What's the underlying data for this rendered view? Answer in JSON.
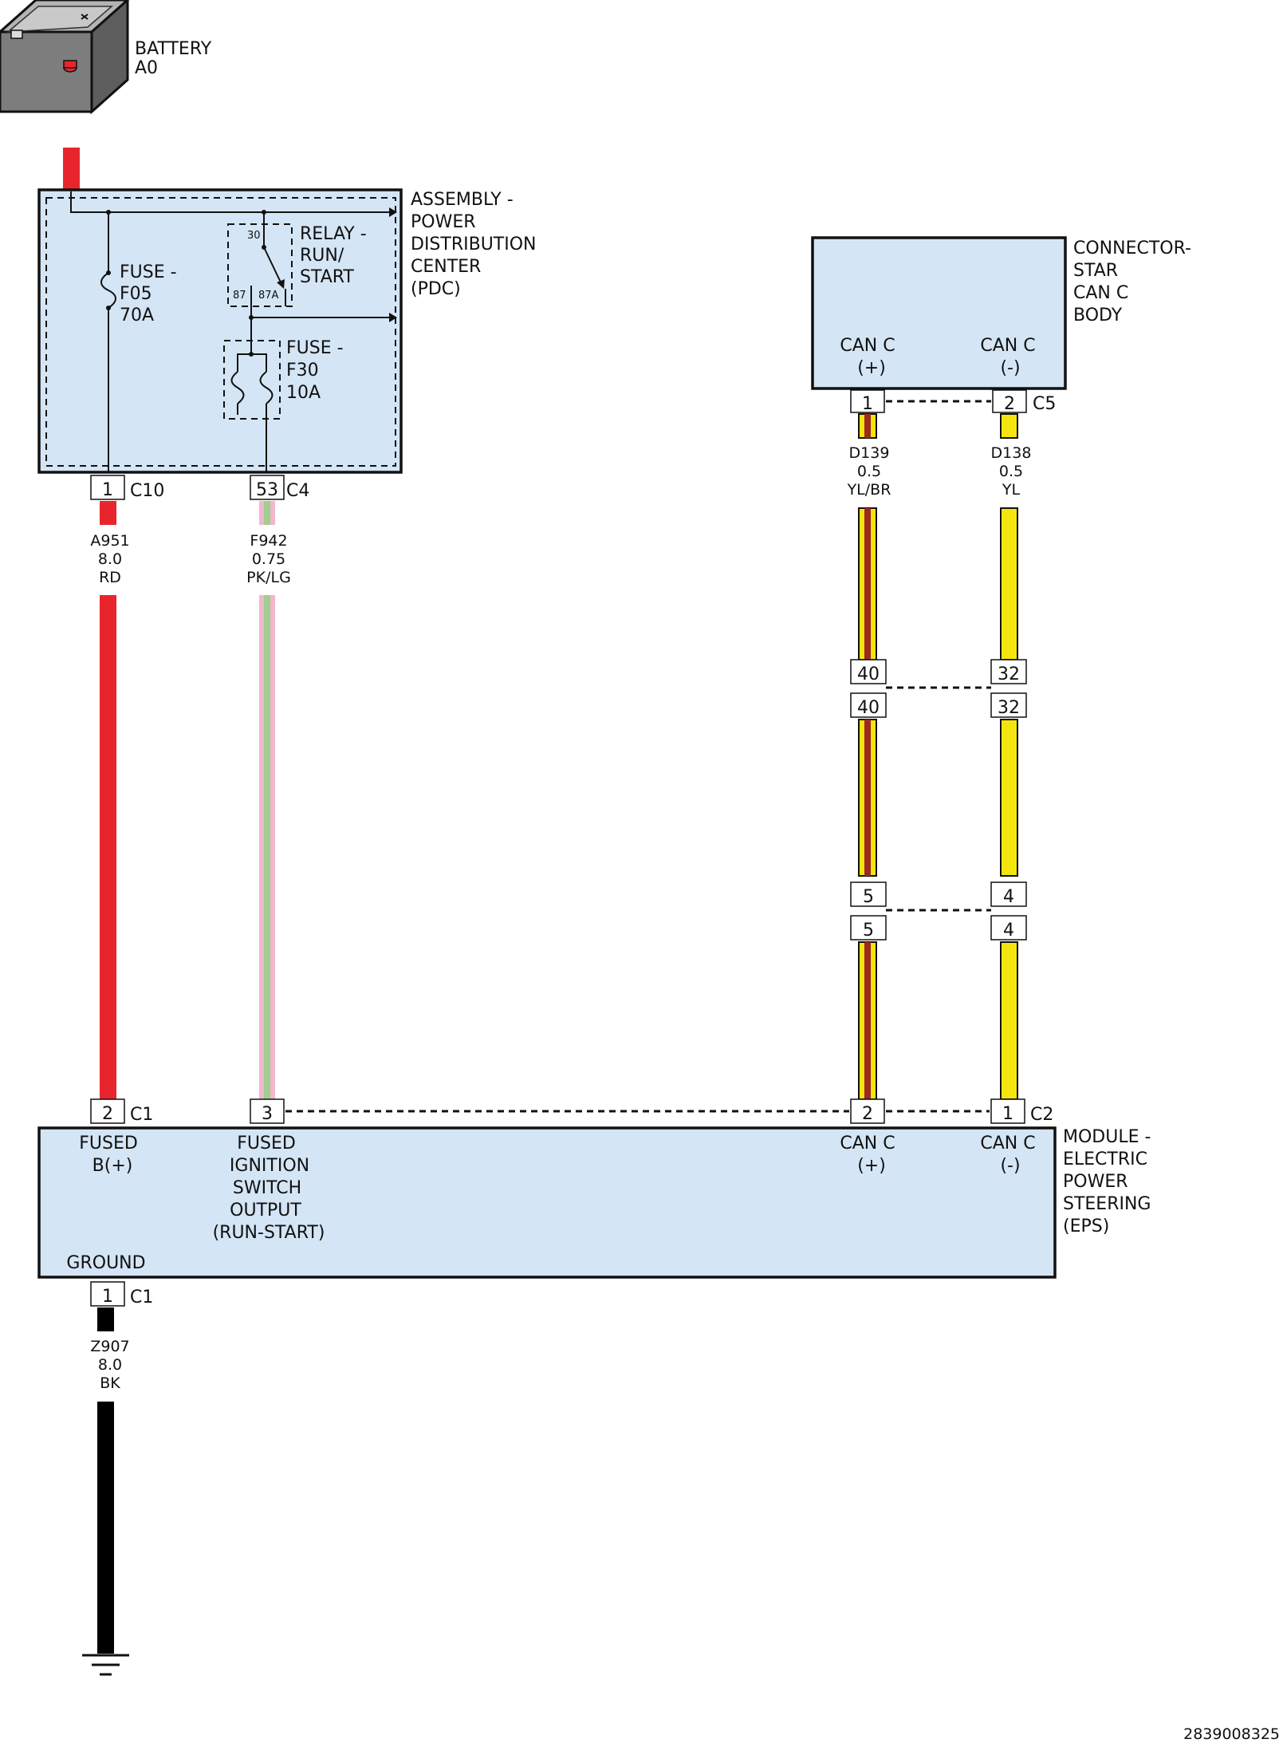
{
  "colors": {
    "box_fill": "#d4e5f5",
    "red": "#e8252c",
    "yellow": "#f5e50f",
    "brown": "#9b2a1f",
    "pink": "#f2b6cf",
    "light_green": "#9fce8e",
    "black": "#000000"
  },
  "battery": {
    "line1": "BATTERY",
    "line2": "A0",
    "icon": "battery-icon"
  },
  "pdc": {
    "lines": [
      "ASSEMBLY -",
      "POWER",
      "DISTRIBUTION",
      "CENTER",
      "(PDC)"
    ],
    "fuse_f05": [
      "FUSE -",
      "F05",
      "70A"
    ],
    "relay": [
      "RELAY -",
      "RUN/",
      "START"
    ],
    "relay_pins": {
      "p30": "30",
      "p87": "87",
      "p87a": "87A"
    },
    "fuse_f30": [
      "FUSE -",
      "F30",
      "10A"
    ]
  },
  "connector_star": {
    "lines": [
      "CONNECTOR-",
      "STAR",
      "CAN C",
      "BODY"
    ],
    "pin_plus": [
      "CAN C",
      "(+)"
    ],
    "pin_minus": [
      "CAN C",
      "(-)"
    ]
  },
  "connectors": {
    "pdc_c10": {
      "pin": "1",
      "name": "C10"
    },
    "pdc_c4": {
      "pin": "53",
      "name": "C4"
    },
    "star_c5_plus": {
      "pin": "1"
    },
    "star_c5_minus": {
      "pin": "2",
      "name": "C5"
    },
    "inline_a_plus": "40",
    "inline_a_minus": "32",
    "inline_b_plus": "5",
    "inline_b_minus": "4",
    "eps_c1_b": {
      "pin": "2",
      "name": "C1"
    },
    "eps_ign": {
      "pin": "3"
    },
    "eps_c2_plus": {
      "pin": "2"
    },
    "eps_c2_minus": {
      "pin": "1",
      "name": "C2"
    },
    "eps_ground_c1": {
      "pin": "1",
      "name": "C1"
    }
  },
  "wires": {
    "a951": [
      "A951",
      "8.0",
      "RD"
    ],
    "f942": [
      "F942",
      "0.75",
      "PK/LG"
    ],
    "d139": [
      "D139",
      "0.5",
      "YL/BR"
    ],
    "d138": [
      "D138",
      "0.5",
      "YL"
    ],
    "z907": [
      "Z907",
      "8.0",
      "BK"
    ]
  },
  "eps": {
    "lines": [
      "MODULE -",
      "ELECTRIC",
      "POWER",
      "STEERING",
      "(EPS)"
    ],
    "fused_b": [
      "FUSED",
      "B(+)"
    ],
    "fused_ign": [
      "FUSED",
      "IGNITION",
      "SWITCH",
      "OUTPUT",
      "(RUN-START)"
    ],
    "can_plus": [
      "CAN C",
      "(+)"
    ],
    "can_minus": [
      "CAN C",
      "(-)"
    ],
    "ground": "GROUND"
  },
  "ground_icon": "ground-icon",
  "figure_id": "2839008325"
}
